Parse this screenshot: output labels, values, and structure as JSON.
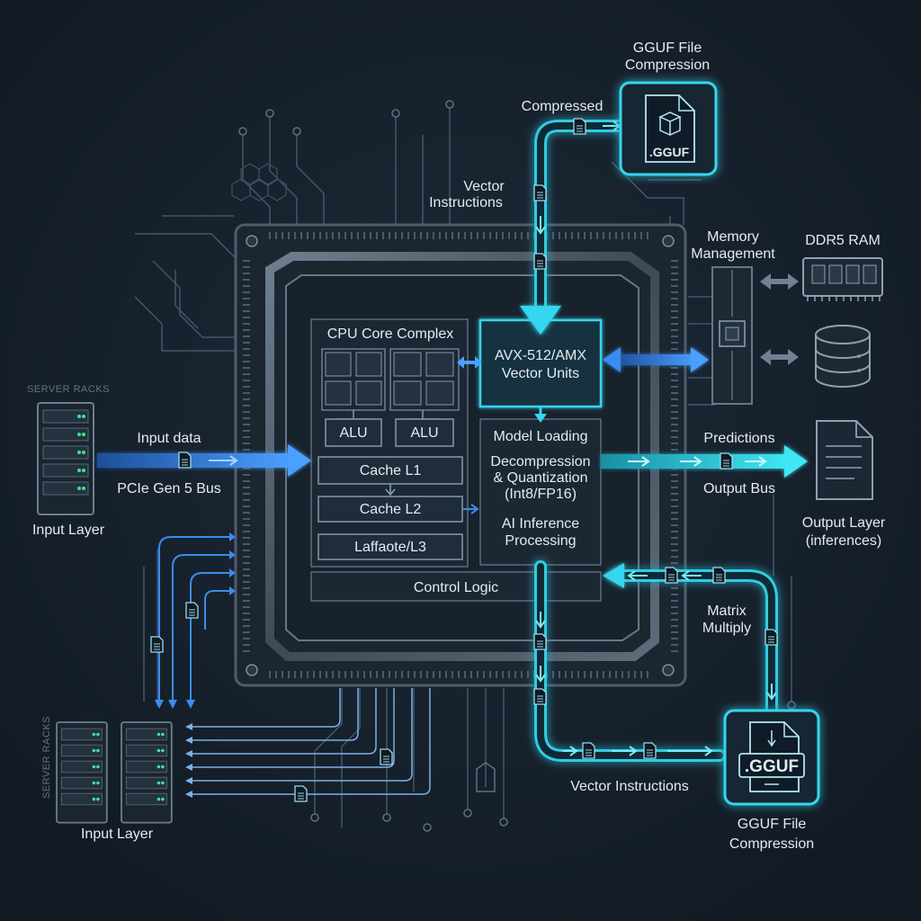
{
  "labels": {
    "gguf_top_1": "GGUF File",
    "gguf_top_2": "Compression",
    "gguf_badge": ".GGUF",
    "compressed": "Compressed",
    "vector_instr_1": "Vector",
    "vector_instr_2": "Instructions",
    "memory_mgmt_1": "Memory",
    "memory_mgmt_2": "Management",
    "ddr5": "DDR5 RAM",
    "server_racks": "SERVER RACKS",
    "input_data": "Input data",
    "pcie_bus": "PCIe Gen 5 Bus",
    "input_layer": "Input Layer",
    "cpu_core_complex": "CPU Core Complex",
    "alu": "ALU",
    "cache_l1": "Cache L1",
    "cache_l2": "Cache L2",
    "cache_l3": "Laffaote/L3",
    "control_logic": "Control Logic",
    "avx_1": "AVX-512/AMX",
    "avx_2": "Vector Units",
    "model_loading": "Model Loading",
    "decomp_1": "Decompression",
    "decomp_2": "& Quantization",
    "decomp_3": "(Int8/FP16)",
    "ai_inf_1": "AI Inference",
    "ai_inf_2": "Processing",
    "predictions": "Predictions",
    "output_bus": "Output Bus",
    "output_layer_1": "Output Layer",
    "output_layer_2": "(inferences)",
    "matrix_1": "Matrix",
    "matrix_2": "Multiply",
    "vector_instructions": "Vector Instructions",
    "gguf_bottom_1": "GGUF File",
    "gguf_bottom_2": "Compression",
    "server_racks_bottom": "SERVER RACKS",
    "input_layer_bottom": "Input Layer"
  },
  "colors": {
    "background": "#141d28",
    "cyan": "#35d6ee",
    "blue": "#3b8cf0",
    "trace": "#4a5d70",
    "chip_frame": "#5c6b7a",
    "text": "#e3ebf2"
  }
}
